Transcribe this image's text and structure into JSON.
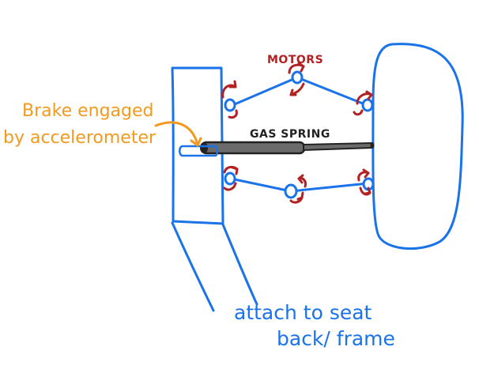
{
  "labels": {
    "motors": "MOTORS",
    "gas_spring": "GAS SPRING",
    "brake_line1": "Brake engaged",
    "brake_line2": "by accelerometer",
    "attach_line1": "attach to seat",
    "attach_line2": "back/ frame"
  },
  "colors": {
    "structure": "#1a73e8",
    "motors": "#b22222",
    "brake": "#f29a1f",
    "spring_body": "#6b6b6b",
    "spring_outline": "#222222"
  }
}
